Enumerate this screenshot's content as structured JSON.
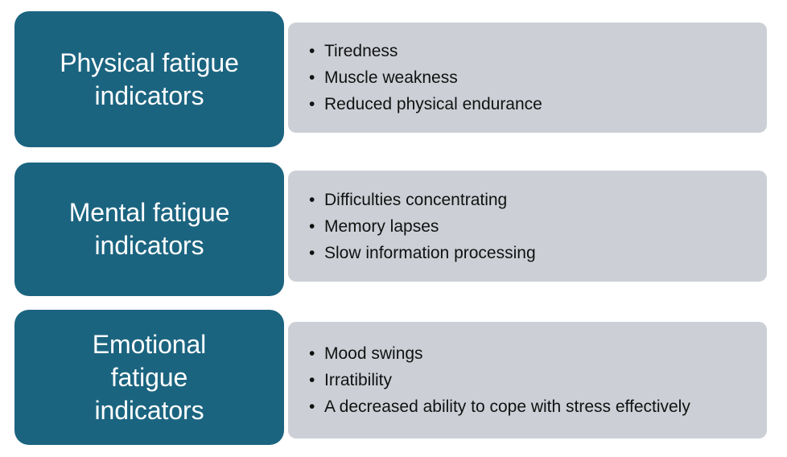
{
  "theme": {
    "background": "#ffffff",
    "card_color": "#1B6480",
    "card_text_color": "#ffffff",
    "panel_color": "#CCD0D6",
    "panel_text_color": "#111111",
    "bullet_glyph": "•"
  },
  "rows": [
    {
      "id": "physical",
      "label": "Physical fatigue\nindicators",
      "items": [
        "Tiredness",
        "Muscle weakness",
        "Reduced physical endurance"
      ]
    },
    {
      "id": "mental",
      "label": "Mental fatigue\nindicators",
      "items": [
        "Difficulties concentrating",
        "Memory lapses",
        "Slow information processing"
      ]
    },
    {
      "id": "emotional",
      "label": "Emotional\nfatigue\nindicators",
      "items": [
        "Mood swings",
        "Irratibility",
        "A decreased ability to cope with stress effectively"
      ]
    }
  ]
}
